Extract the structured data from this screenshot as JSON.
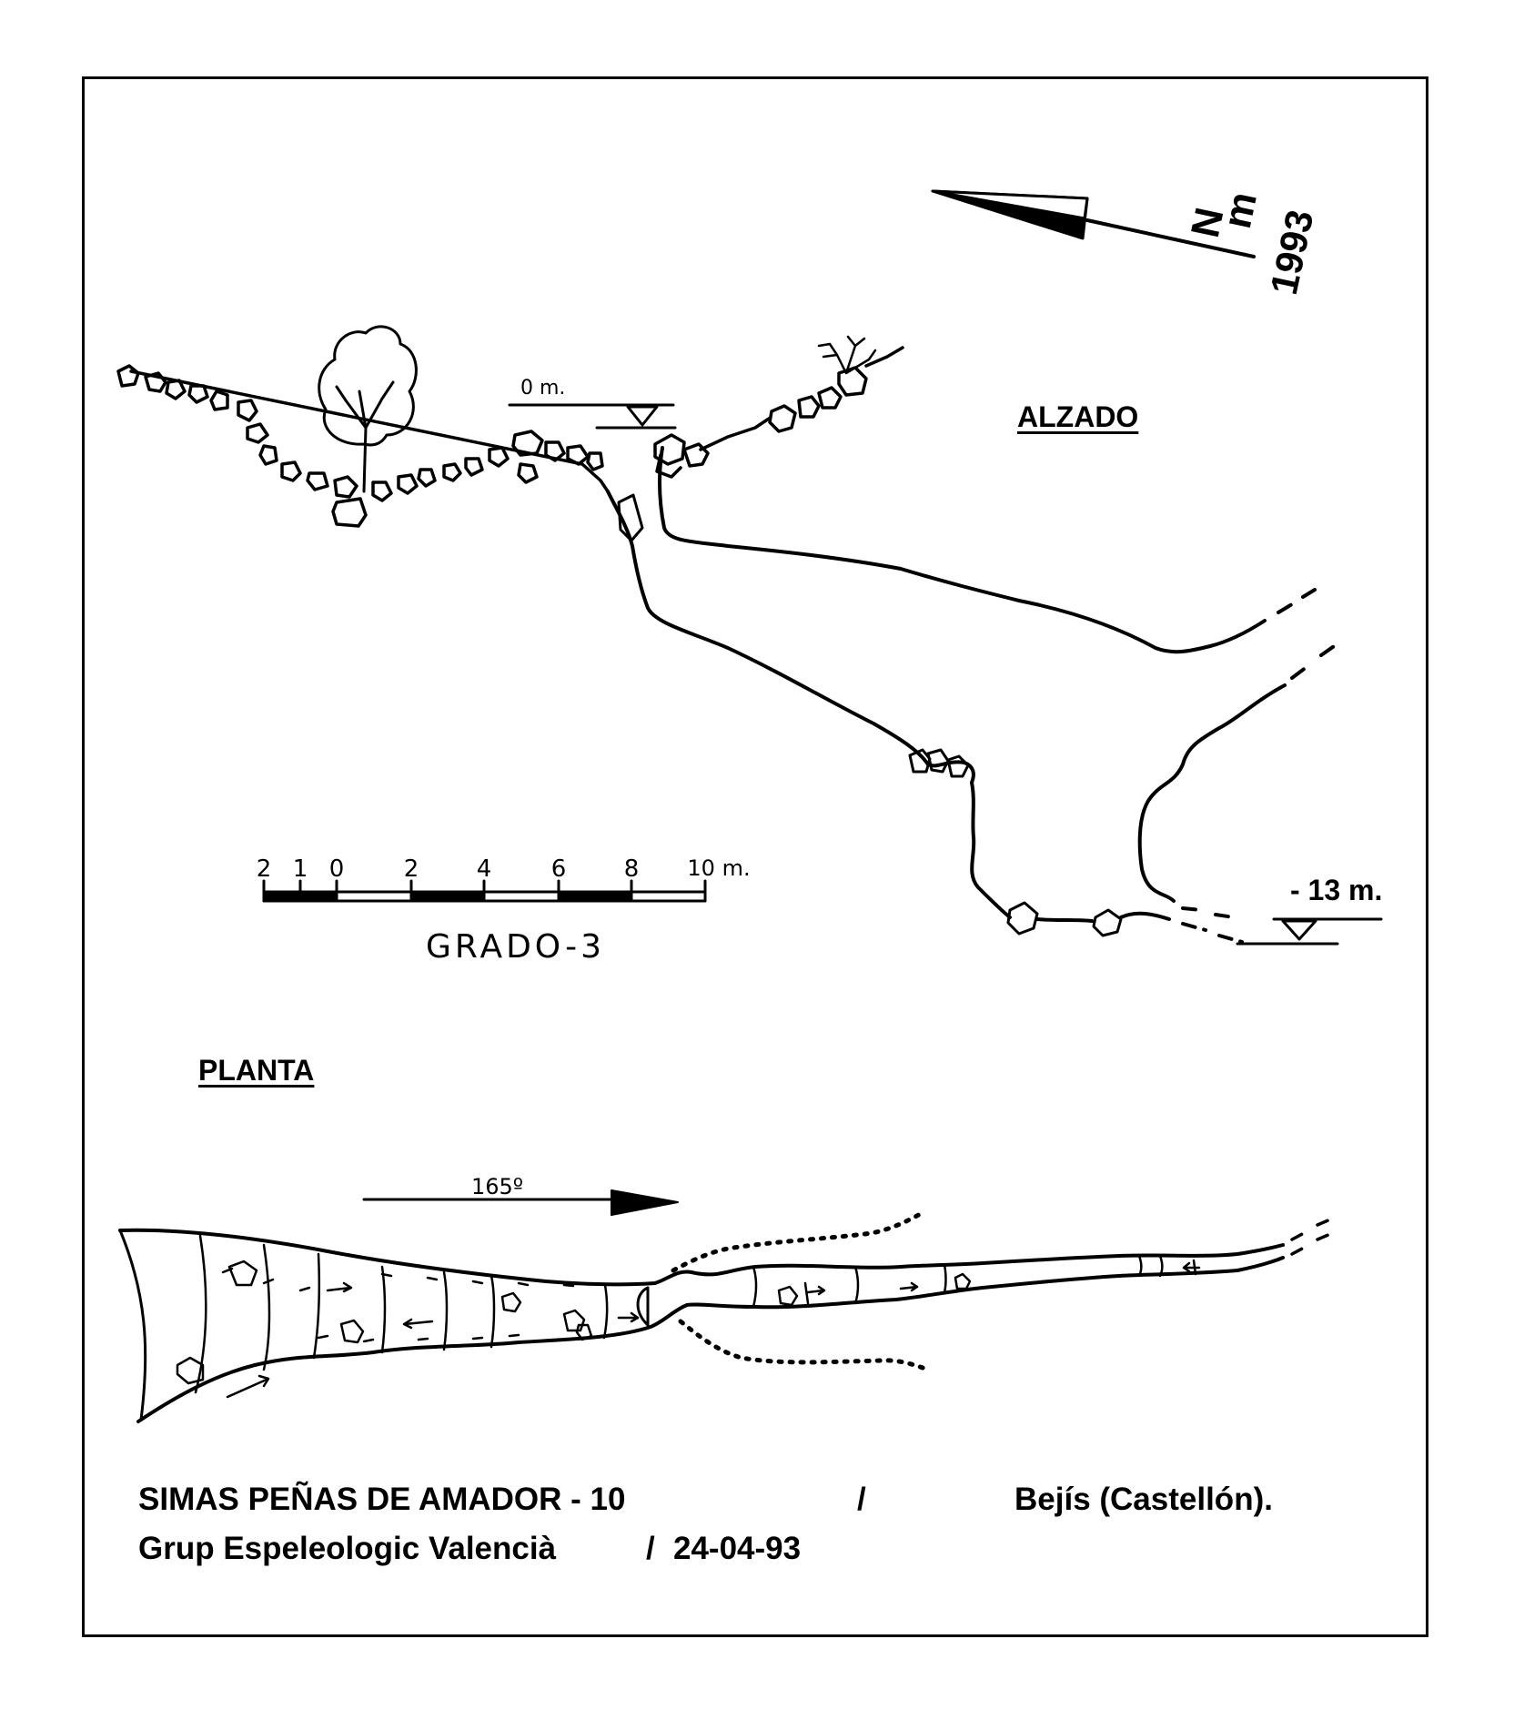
{
  "north": {
    "n_label": "N",
    "m_label": "m",
    "year": "1993"
  },
  "alzado": {
    "title": "ALZADO",
    "top_level": "0 m.",
    "bottom_level": "- 13 m."
  },
  "scale": {
    "ticks": [
      "2",
      "1",
      "0",
      "2",
      "4",
      "6",
      "8",
      "10 m."
    ],
    "grade": "GRADO-3"
  },
  "planta": {
    "title": "PLANTA",
    "bearing": "165º"
  },
  "footer": {
    "line1_left": "SIMAS PEÑAS DE AMADOR - 10",
    "line1_sep": "/",
    "line1_right": "Bejís (Castellón).",
    "line2_left": "Grup Espeleologic Valencià",
    "line2_sep": "/",
    "line2_right": "24-04-93"
  }
}
